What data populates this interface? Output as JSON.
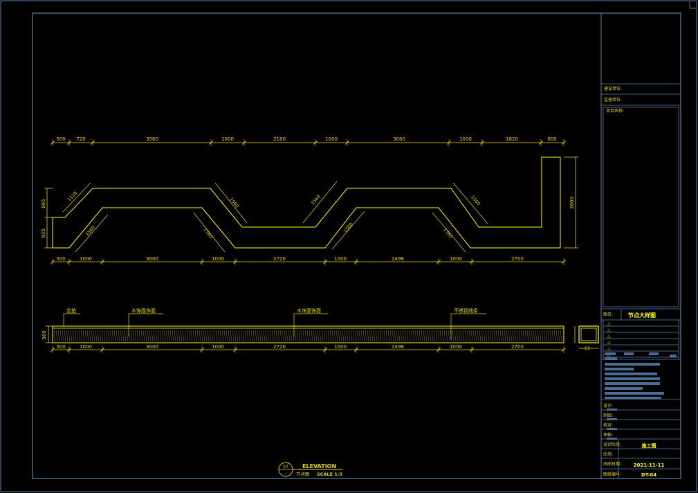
{
  "colors": {
    "background": "#000000",
    "frame": "#5a7fa8",
    "geometry": "#ffff00",
    "dimension": "#e8d800",
    "titleblock_bar": "#4a6d94"
  },
  "plan": {
    "top_dims": [
      "500",
      "720",
      "3560",
      "1000",
      "2160",
      "1000",
      "3060",
      "1000",
      "1820",
      "600"
    ],
    "bottom_dims": [
      "500",
      "1000",
      "3000",
      "1000",
      "2720",
      "1000",
      "2496",
      "1000",
      "2700"
    ],
    "left_dims": [
      "865",
      "935"
    ],
    "right_dim": "2800",
    "diagonal_dims": [
      "1128",
      "1560",
      "1560",
      "1560",
      "1560",
      "1560",
      "1560",
      "1560"
    ]
  },
  "elevation": {
    "height_dim": "560",
    "bottom_dims": [
      "500",
      "1000",
      "3000",
      "1000",
      "2720",
      "1000",
      "2496",
      "1000",
      "2700"
    ],
    "callouts": [
      "坐垫",
      "木饰面饰面",
      "木饰面饰面",
      "不锈钢线条"
    ]
  },
  "drawing_title": {
    "number": "07",
    "sub": "-",
    "name": "ELEVATION",
    "cn": "节点图",
    "scale": "SCALE 1:5"
  },
  "titleblock": {
    "row1": "建设单位:",
    "row2": "监理单位:",
    "row3": "项目名称:",
    "sheet_label": "图名:",
    "sheet_name": "节点大样图",
    "rev_marks": [
      "△",
      "△",
      "△",
      "△",
      "△",
      "△"
    ],
    "sign1": "设计:",
    "sign2": "制图:",
    "sign3": "校对:",
    "sign4": "审核:",
    "stage_label": "设计阶段:",
    "stage_value": "施工图",
    "scale_label": "比例:",
    "date_label": "出图日期:",
    "date_value": "2021-11-11",
    "number_label": "图纸编号:",
    "number_value": "DT-04"
  }
}
